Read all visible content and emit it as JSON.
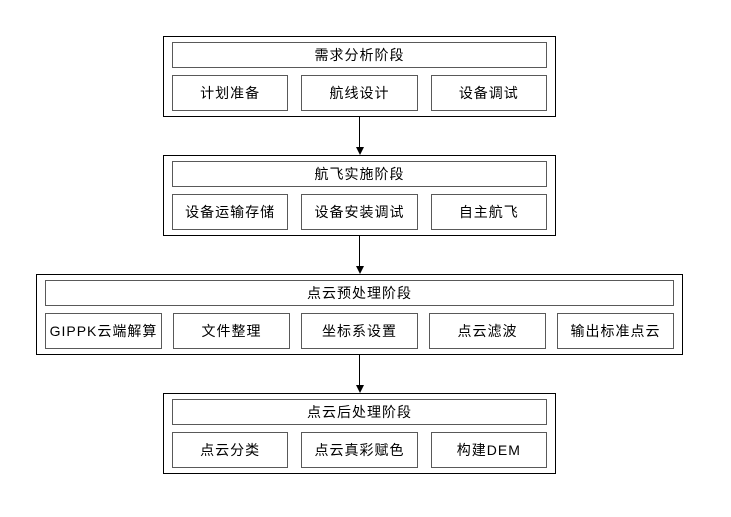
{
  "flowchart": {
    "stages": [
      {
        "title": "需求分析阶段",
        "items": [
          "计划准备",
          "航线设计",
          "设备调试"
        ]
      },
      {
        "title": "航飞实施阶段",
        "items": [
          "设备运输存储",
          "设备安装调试",
          "自主航飞"
        ]
      },
      {
        "title": "点云预处理阶段",
        "items": [
          "GIPPK云端解算",
          "文件整理",
          "坐标系设置",
          "点云滤波",
          "输出标准点云"
        ]
      },
      {
        "title": "点云后处理阶段",
        "items": [
          "点云分类",
          "点云真彩赋色",
          "构建DEM"
        ]
      }
    ],
    "colors": {
      "outer_border": "#000000",
      "inner_border": "#595959",
      "arrow": "#000000",
      "text": "#000000",
      "background": "#ffffff"
    }
  }
}
